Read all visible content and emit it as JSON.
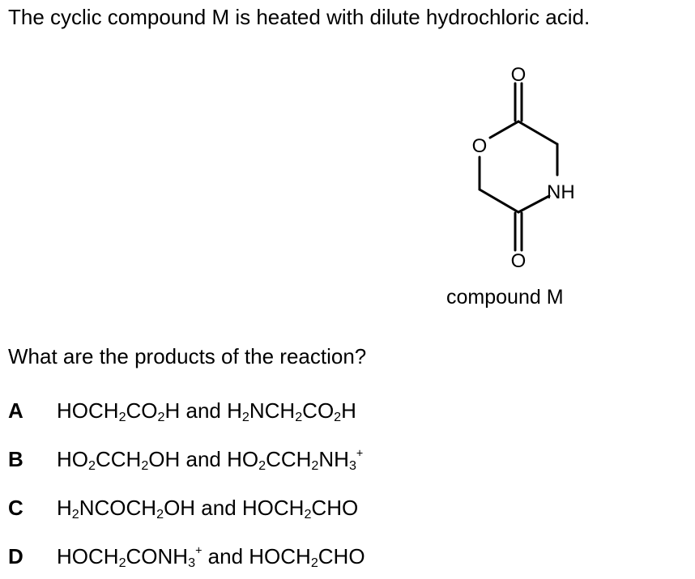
{
  "stem": "The cyclic compound M is heated with dilute hydrochloric acid.",
  "structure": {
    "atoms": {
      "carbonyl_o_top": "O",
      "ring_o": "O",
      "ring_n": "NH",
      "carbonyl_o_bottom": "O"
    },
    "caption": "compound M"
  },
  "question": "What are the products of the reaction?",
  "options": [
    {
      "letter": "A",
      "formula_html": "HOCH<sub>2</sub>CO<sub>2</sub>H and H<sub>2</sub>NCH<sub>2</sub>CO<sub>2</sub>H"
    },
    {
      "letter": "B",
      "formula_html": "HO<sub>2</sub>CCH<sub>2</sub>OH and HO<sub>2</sub>CCH<sub>2</sub>NH<sub>3</sub><sup>+</sup>"
    },
    {
      "letter": "C",
      "formula_html": "H<sub>2</sub>NCOCH<sub>2</sub>OH and HOCH<sub>2</sub>CHO"
    },
    {
      "letter": "D",
      "formula_html": "HOCH<sub>2</sub>CONH<sub>3</sub><sup>+</sup> and HOCH<sub>2</sub>CHO"
    }
  ]
}
